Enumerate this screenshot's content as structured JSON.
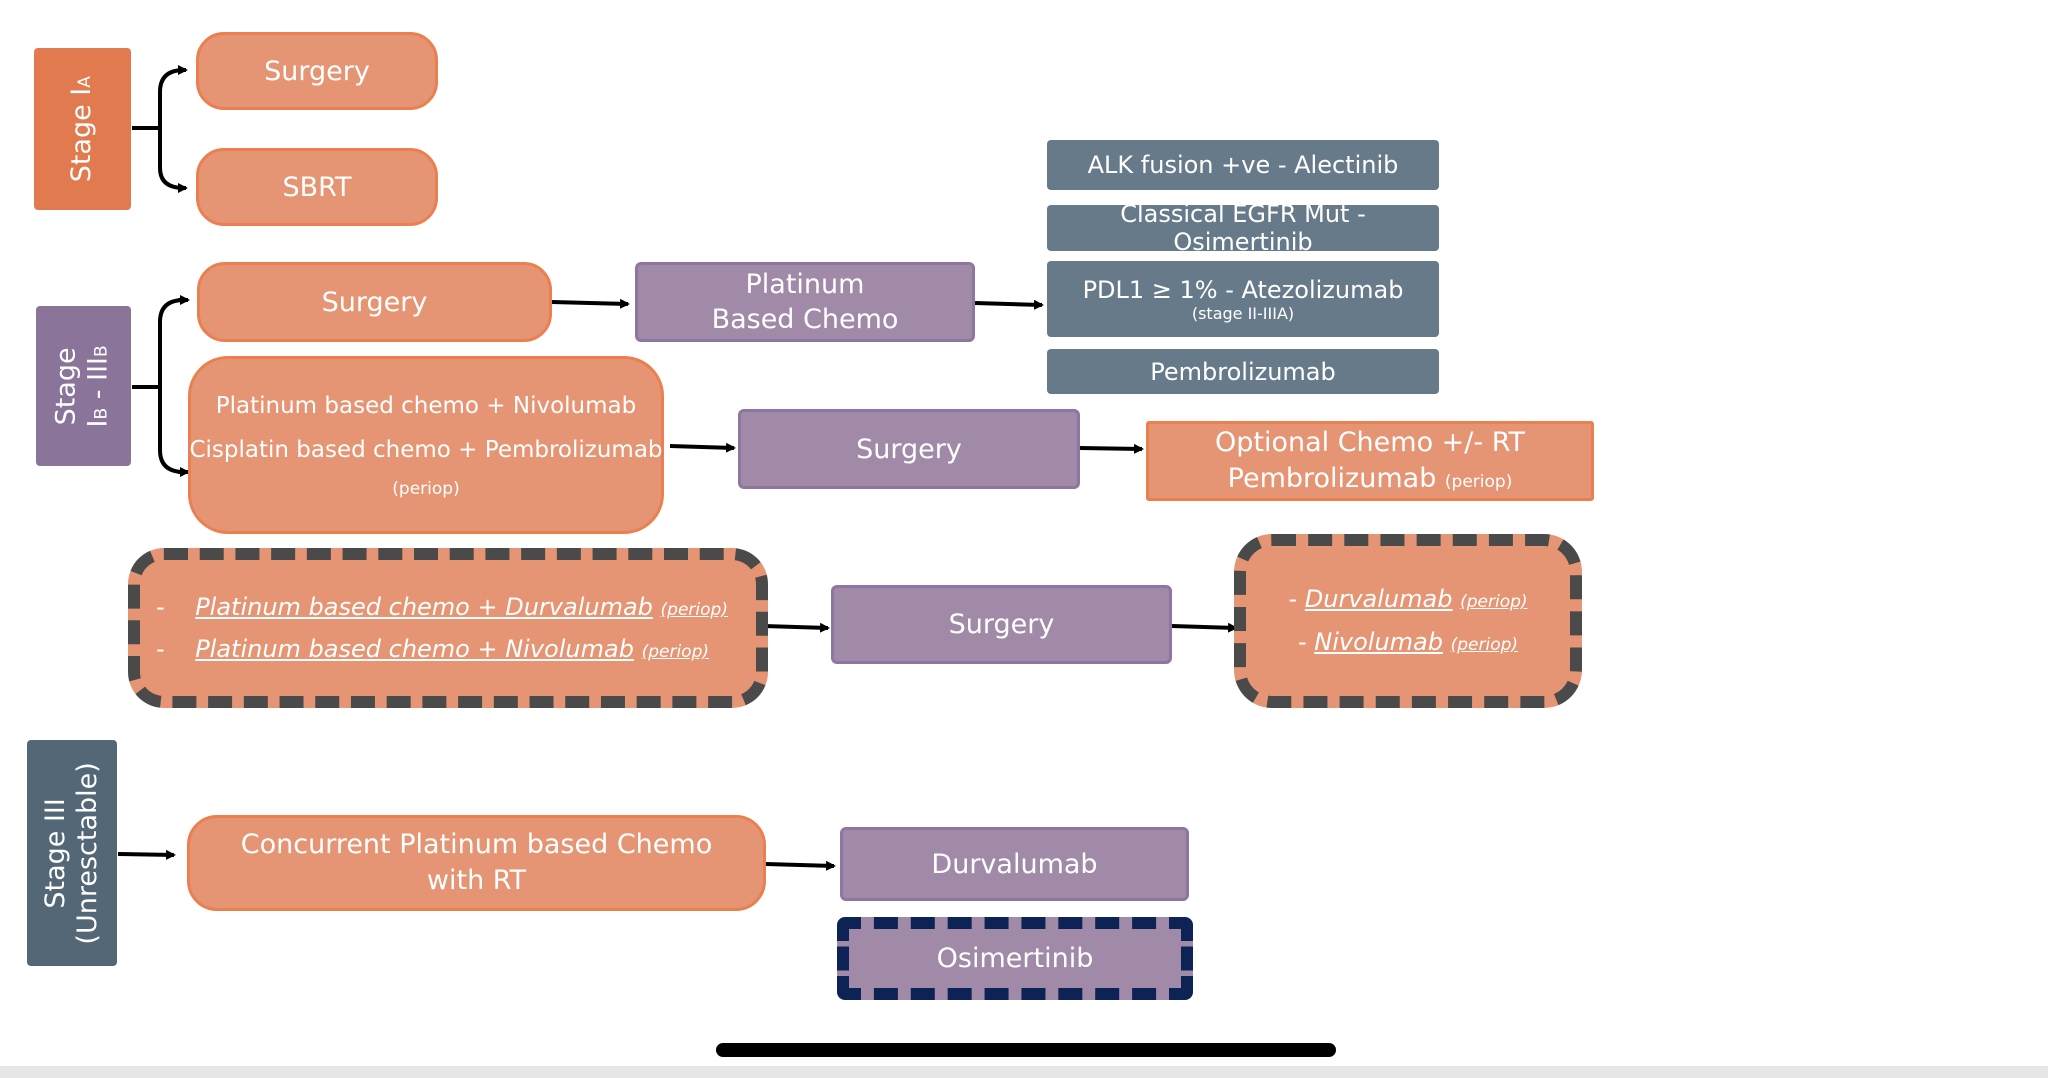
{
  "stages": {
    "ia": {
      "prefix": "Stage I",
      "sub": "A"
    },
    "ib_iiib": {
      "line1": "Stage",
      "l2a": "I",
      "l2b": "B",
      "l2c": " - III",
      "l2d": "B"
    },
    "iii": {
      "line1": "Stage III",
      "line2": "(Unresctable)"
    }
  },
  "ia": {
    "surgery": "Surgery",
    "sbrt": "SBRT"
  },
  "ib": {
    "surgery": "Surgery",
    "adj_chemo": {
      "line1": "Platinum",
      "line2": "Based Chemo"
    },
    "options": {
      "alk": "ALK fusion +ve - Alectinib",
      "egfr": "Classical EGFR Mut - Osimertinib",
      "pdl1": "PDL1 ≥  1% - Atezolizumab",
      "pdl1_note": "(stage II-IIIA)",
      "pembro": "Pembrolizumab"
    },
    "neoadj": {
      "line1": "Platinum based chemo + Nivolumab",
      "line2": "Cisplatin based chemo + Pembrolizumab",
      "line3": "(periop)"
    },
    "neoadj_surgery": "Surgery",
    "post": {
      "line1": "Optional Chemo +/- RT",
      "line2": "Pembrolizumab",
      "line2_note": "(periop)"
    }
  },
  "periop": {
    "bullet": "-",
    "item1": "Platinum based chemo + Durvalumab",
    "item1_note": "(periop)",
    "item2": "Platinum based chemo + Nivolumab",
    "item2_note": "(periop)",
    "surgery": "Surgery",
    "after1": "Durvalumab",
    "after1_note": "(periop)",
    "after2": "Nivolumab",
    "after2_note": "(periop)"
  },
  "iii": {
    "chemo": {
      "line1": "Concurrent Platinum based Chemo",
      "line2": "with RT"
    },
    "durvalumab": "Durvalumab",
    "osimertinib": "Osimertinib"
  },
  "colors": {
    "orange": "#e59573",
    "stage_ia": "#e27a50",
    "purple": "#a08aa8",
    "stage_ib": "#8b7499",
    "slate": "#677a8a",
    "stage_iii": "#546777",
    "dash_dark": "#4a4a4a",
    "dash_navy": "#0e2355"
  }
}
